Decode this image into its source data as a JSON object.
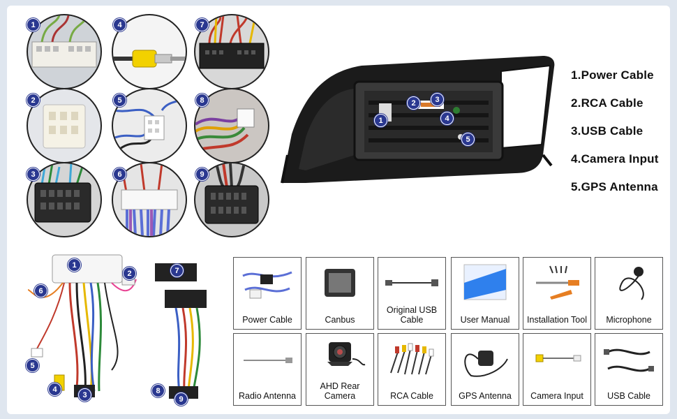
{
  "badges": [
    "1",
    "2",
    "3",
    "4",
    "5",
    "6",
    "7",
    "8",
    "9"
  ],
  "legend": [
    "1.Power Cable",
    "2.RCA Cable",
    "3.USB Cable",
    "4.Camera Input",
    "5.GPS Antenna"
  ],
  "accessories": [
    {
      "label": "Power Cable",
      "icon": "power-cable-icon"
    },
    {
      "label": "Canbus",
      "icon": "canbus-icon"
    },
    {
      "label": "Original USB Cable",
      "icon": "usb-adapter-icon"
    },
    {
      "label": "User Manual",
      "icon": "manual-icon"
    },
    {
      "label": "Installation Tool",
      "icon": "tool-icon"
    },
    {
      "label": "Microphone",
      "icon": "microphone-icon"
    },
    {
      "label": "Radio Antenna",
      "icon": "radio-antenna-icon"
    },
    {
      "label": "AHD Rear Camera",
      "icon": "camera-icon"
    },
    {
      "label": "RCA Cable",
      "icon": "rca-icon"
    },
    {
      "label": "GPS Antenna",
      "icon": "gps-icon"
    },
    {
      "label": "Camera Input",
      "icon": "camera-input-icon"
    },
    {
      "label": "USB Cable",
      "icon": "usb-cable-icon"
    }
  ],
  "colors": {
    "badge": "#2a3890",
    "background": "#dfe6ef",
    "panel": "#ffffff"
  }
}
